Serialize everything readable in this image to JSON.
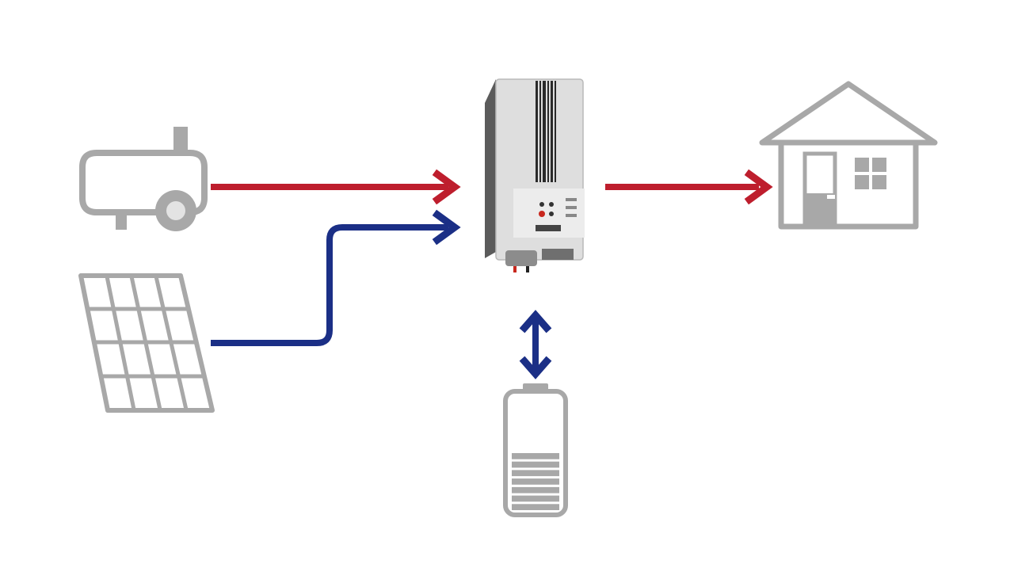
{
  "colors": {
    "background": "#ffffff",
    "ac_flow": "#be1e2d",
    "dc_flow": "#1b2f86",
    "icon_gray": "#a8a8a8",
    "icon_gray_dark": "#9c9c9c",
    "inverter_body": "#dedede",
    "inverter_side": "#5b5b5b"
  },
  "icons": {
    "generator": "generator-icon",
    "solar_panel": "solar-panel-icon",
    "inverter": "inverter-charger-device",
    "house": "house-icon",
    "battery": "battery-icon"
  },
  "battery": {
    "charge_level": 0.5,
    "charge_bars": 7
  },
  "flows": [
    {
      "from": "generator",
      "to": "inverter",
      "kind": "ac",
      "direction": "one-way"
    },
    {
      "from": "solar_panel",
      "to": "inverter",
      "kind": "dc",
      "direction": "one-way"
    },
    {
      "from": "inverter",
      "to": "house",
      "kind": "ac",
      "direction": "one-way"
    },
    {
      "from": "inverter",
      "to": "battery",
      "kind": "dc",
      "direction": "two-way"
    }
  ]
}
